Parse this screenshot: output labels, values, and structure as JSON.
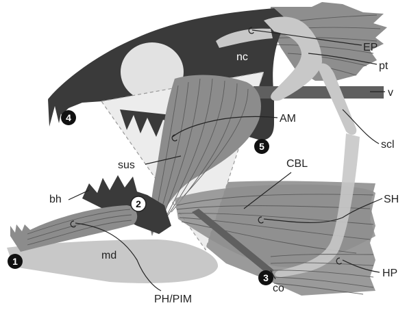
{
  "labels": {
    "nc": "nc",
    "ep": "EP",
    "pt": "pt",
    "v": "v",
    "am": "AM",
    "scl": "scl",
    "sus": "sus",
    "cbl": "CBL",
    "bh": "bh",
    "sh": "SH",
    "md": "md",
    "hp": "HP",
    "co": "co",
    "ph_pim": "PH/PIM"
  },
  "markers": [
    "1",
    "2",
    "3",
    "4",
    "5"
  ],
  "colors": {
    "skull": "#3a3a3a",
    "muscle": "#8c8c8c",
    "bone_light": "#c8c8c8",
    "suspensorium": "#ececec",
    "vertebra": "#5f5f5f",
    "marker_dark": "#111111",
    "marker_light": "#ffffff"
  }
}
